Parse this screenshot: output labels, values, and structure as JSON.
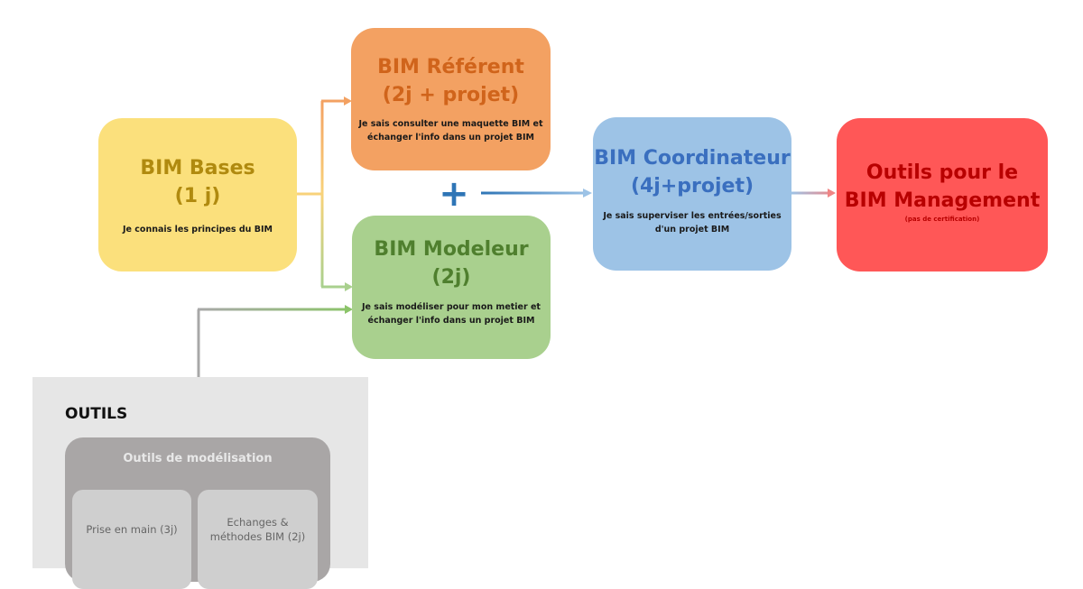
{
  "boxes": {
    "bases": {
      "title_line1": "BIM Bases",
      "title_line2": "(1 j)",
      "desc_line1": "Je connais les principes du BIM"
    },
    "referent": {
      "title_line1": "BIM Référent",
      "title_line2": "(2j + projet)",
      "desc_line1": "Je sais consulter une maquette BIM et",
      "desc_line2": "échanger l'info dans un projet BIM"
    },
    "modeleur": {
      "title_line1": "BIM Modeleur",
      "title_line2": "(2j)",
      "desc_line1": "Je sais modéliser pour mon metier et",
      "desc_line2": "échanger l'info dans un projet BIM"
    },
    "coordinateur": {
      "title_line1": "BIM Coordinateur",
      "title_line2": "(4j+projet)",
      "desc_line1": "Je sais superviser les entrées/sorties",
      "desc_line2": "d'un projet BIM"
    },
    "management": {
      "title_line1": "Outils pour le",
      "title_line2": "BIM Management",
      "note": "(pas de certification)"
    }
  },
  "plus": "+",
  "outils": {
    "heading": "OUTILS",
    "card_title": "Outils de modélisation",
    "subcards": [
      {
        "line1": "Prise en main (3j)"
      },
      {
        "line1": "Echanges &",
        "line2": "méthodes BIM (2j)"
      }
    ]
  },
  "colors": {
    "bases": "#fbe07c",
    "referent": "#f3a162",
    "modeleur": "#a9d08e",
    "coordinateur": "#9dc3e6",
    "management": "#ff5757",
    "plus": "#2e75b6"
  }
}
